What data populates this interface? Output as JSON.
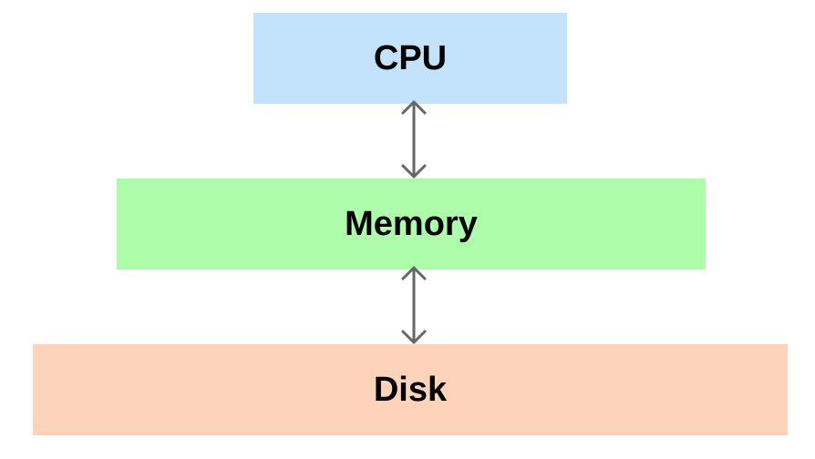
{
  "diagram": {
    "nodes": [
      {
        "id": "cpu",
        "label": "CPU",
        "color": "#c3e2fb"
      },
      {
        "id": "memory",
        "label": "Memory",
        "color": "#adfcaa"
      },
      {
        "id": "disk",
        "label": "Disk",
        "color": "#fdd4b9"
      }
    ],
    "edges": [
      {
        "from": "cpu",
        "to": "memory",
        "direction": "bidirectional"
      },
      {
        "from": "memory",
        "to": "disk",
        "direction": "bidirectional"
      }
    ],
    "arrow_color": "#666666"
  }
}
